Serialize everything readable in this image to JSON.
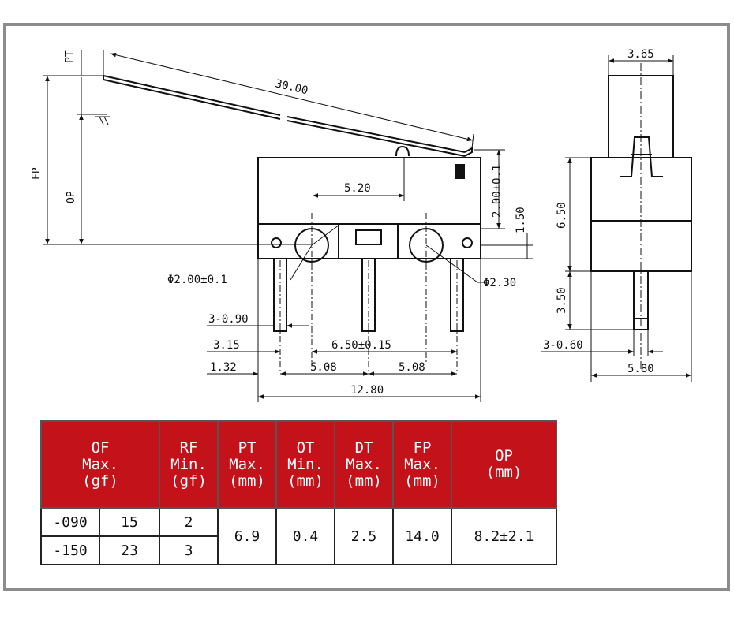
{
  "colors": {
    "header_bg": "#c4121a",
    "header_text": "#ffffff",
    "frame": "#8c8c8c",
    "line": "#111111"
  },
  "drawing": {
    "side_view_labels": {
      "pt": "PT",
      "fp": "FP",
      "op": "OP",
      "lever_length": "30.00",
      "pin_hole_center": "5.20",
      "lever_height": "2.00±0.1",
      "hole_offset": "1.50",
      "hole_small": "Φ2.00±0.1",
      "hole_large": "Φ2.30",
      "terminal_width": "3-0.90",
      "terminal_left": "3.15",
      "terminal_span": "6.50±0.15",
      "edge_offset": "1.32",
      "pitch_1": "5.08",
      "pitch_2": "5.08",
      "body_length": "12.80"
    },
    "end_view_labels": {
      "top_width": "3.65",
      "body_height": "6.50",
      "terminal_height": "3.50",
      "terminal_thickness": "3-0.60",
      "body_width": "5.80"
    }
  },
  "table": {
    "headers": [
      [
        "OF",
        "Max.",
        "(gf)"
      ],
      [
        "RF",
        "Min.",
        "(gf)"
      ],
      [
        "PT",
        "Max.",
        "(mm)"
      ],
      [
        "OT",
        "Min.",
        "(mm)"
      ],
      [
        "DT",
        "Max.",
        "(mm)"
      ],
      [
        "FP",
        "Max.",
        "(mm)"
      ],
      [
        "OP",
        "(mm)"
      ]
    ],
    "rows": [
      {
        "model": "-090",
        "of": "15",
        "rf": "2"
      },
      {
        "model": "-150",
        "of": "23",
        "rf": "3"
      }
    ],
    "shared": {
      "pt": "6.9",
      "ot": "0.4",
      "dt": "2.5",
      "fp": "14.0",
      "op": "8.2±2.1"
    }
  }
}
